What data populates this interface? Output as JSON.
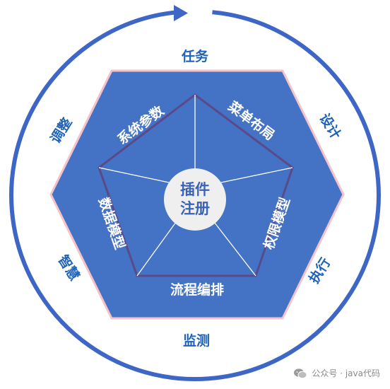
{
  "colors": {
    "ring": "#3d66c6",
    "hexagon_fill": "#4472c4",
    "hexagon_border": "#f4c2c8",
    "pentagon_border": "#5a4a8a",
    "spoke": "#ffffff",
    "ring_text": "#1f63b8",
    "inner_text": "#ffffff",
    "center_fill": "#efefef",
    "center_text": "#3b63b4",
    "watermark_text": "#8a8a8a"
  },
  "outer_cycle": {
    "direction": "clockwise",
    "stages": [
      {
        "label": "任务"
      },
      {
        "label": "设计"
      },
      {
        "label": "执行"
      },
      {
        "label": "监测"
      },
      {
        "label": "智慧"
      },
      {
        "label": "调整"
      }
    ]
  },
  "modules": [
    {
      "label": "系统参数"
    },
    {
      "label": "菜单布局"
    },
    {
      "label": "权限模型"
    },
    {
      "label": "流程编排"
    },
    {
      "label": "数据模型"
    }
  ],
  "center": {
    "line1": "插件",
    "line2": "注册"
  },
  "watermark": {
    "icon": "wechat-icon",
    "text": "公众号 · java代码"
  }
}
